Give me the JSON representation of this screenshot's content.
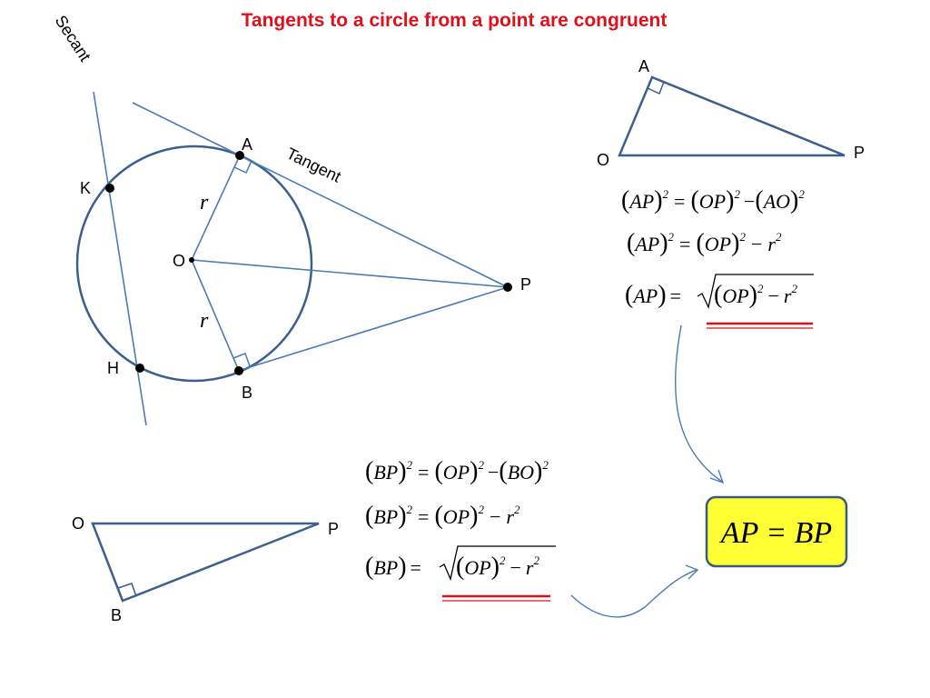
{
  "title": "Tangents to a circle from a point are congruent",
  "diagram": {
    "secant_label": "Secant",
    "tangent_label": "Tangent",
    "points": {
      "A": "A",
      "B": "B",
      "O": "O",
      "P": "P",
      "K": "K",
      "H": "H"
    },
    "radius_label": "r"
  },
  "triangle_top": {
    "A": "A",
    "O": "O",
    "P": "P"
  },
  "triangle_bottom": {
    "O": "O",
    "P": "P",
    "B": "B"
  },
  "equations_ap": {
    "eq1": {
      "lhs": "AP",
      "t1": "OP",
      "t2": "AO",
      "exp": "2",
      "eqsign": "=",
      "minus": "−"
    },
    "eq2": {
      "lhs": "AP",
      "t1": "OP",
      "t2": "r",
      "exp": "2",
      "eqsign": "=",
      "minus": "−"
    },
    "eq3": {
      "lhs": "AP",
      "t1": "OP",
      "t2": "r",
      "exp": "2",
      "eqsign": "=",
      "minus": "−"
    }
  },
  "equations_bp": {
    "eq1": {
      "lhs": "BP",
      "t1": "OP",
      "t2": "BO",
      "exp": "2",
      "eqsign": "=",
      "minus": "−"
    },
    "eq2": {
      "lhs": "BP",
      "t1": "OP",
      "t2": "r",
      "exp": "2",
      "eqsign": "=",
      "minus": "−"
    },
    "eq3": {
      "lhs": "BP",
      "t1": "OP",
      "t2": "r",
      "exp": "2",
      "eqsign": "=",
      "minus": "−"
    }
  },
  "conclusion": {
    "text": "AP = BP",
    "fill": "#ffff33",
    "border": "#3b5a80"
  },
  "colors": {
    "line": "#4a7bb7",
    "circle": "#3b5f8f",
    "triangle": "#3b5f8f",
    "title": "#e0101a",
    "underline": "#e0101a"
  }
}
